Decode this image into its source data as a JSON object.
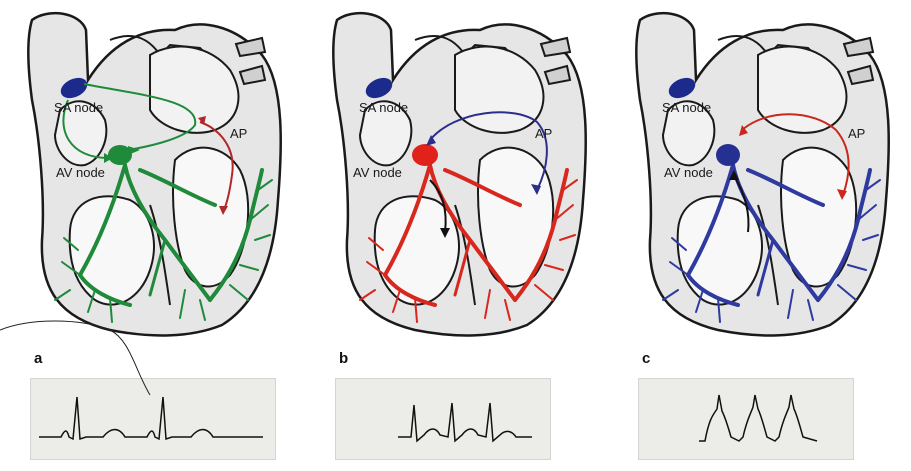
{
  "panels": [
    {
      "letter": "a",
      "sa_label": "SA node",
      "av_label": "AV node",
      "ap_label": "AP",
      "pathway_color": "#1f8a3a",
      "arrow_color": "#1f8a3a",
      "ap_color": "#b0282a",
      "av_node_color": "#1f8a3a"
    },
    {
      "letter": "b",
      "sa_label": "SA node",
      "av_label": "AV node",
      "ap_label": "AP",
      "pathway_color": "#d8281e",
      "arrow_color": "#2b2f8a",
      "ap_color": "#2b2f8a",
      "av_node_color": "#e0221a"
    },
    {
      "letter": "c",
      "sa_label": "SA node",
      "av_label": "AV node",
      "ap_label": "AP",
      "pathway_color": "#2e3aa0",
      "arrow_color": "#c8281e",
      "ap_color": "#c8281e",
      "av_node_color": "#263092"
    }
  ],
  "colors": {
    "sa_node": "#1c2a8c",
    "heart_fill": "#e6e6e6",
    "heart_outline": "#1a1a1a",
    "ecg_background": "#ecece9",
    "ecg_trace": "#111111"
  }
}
